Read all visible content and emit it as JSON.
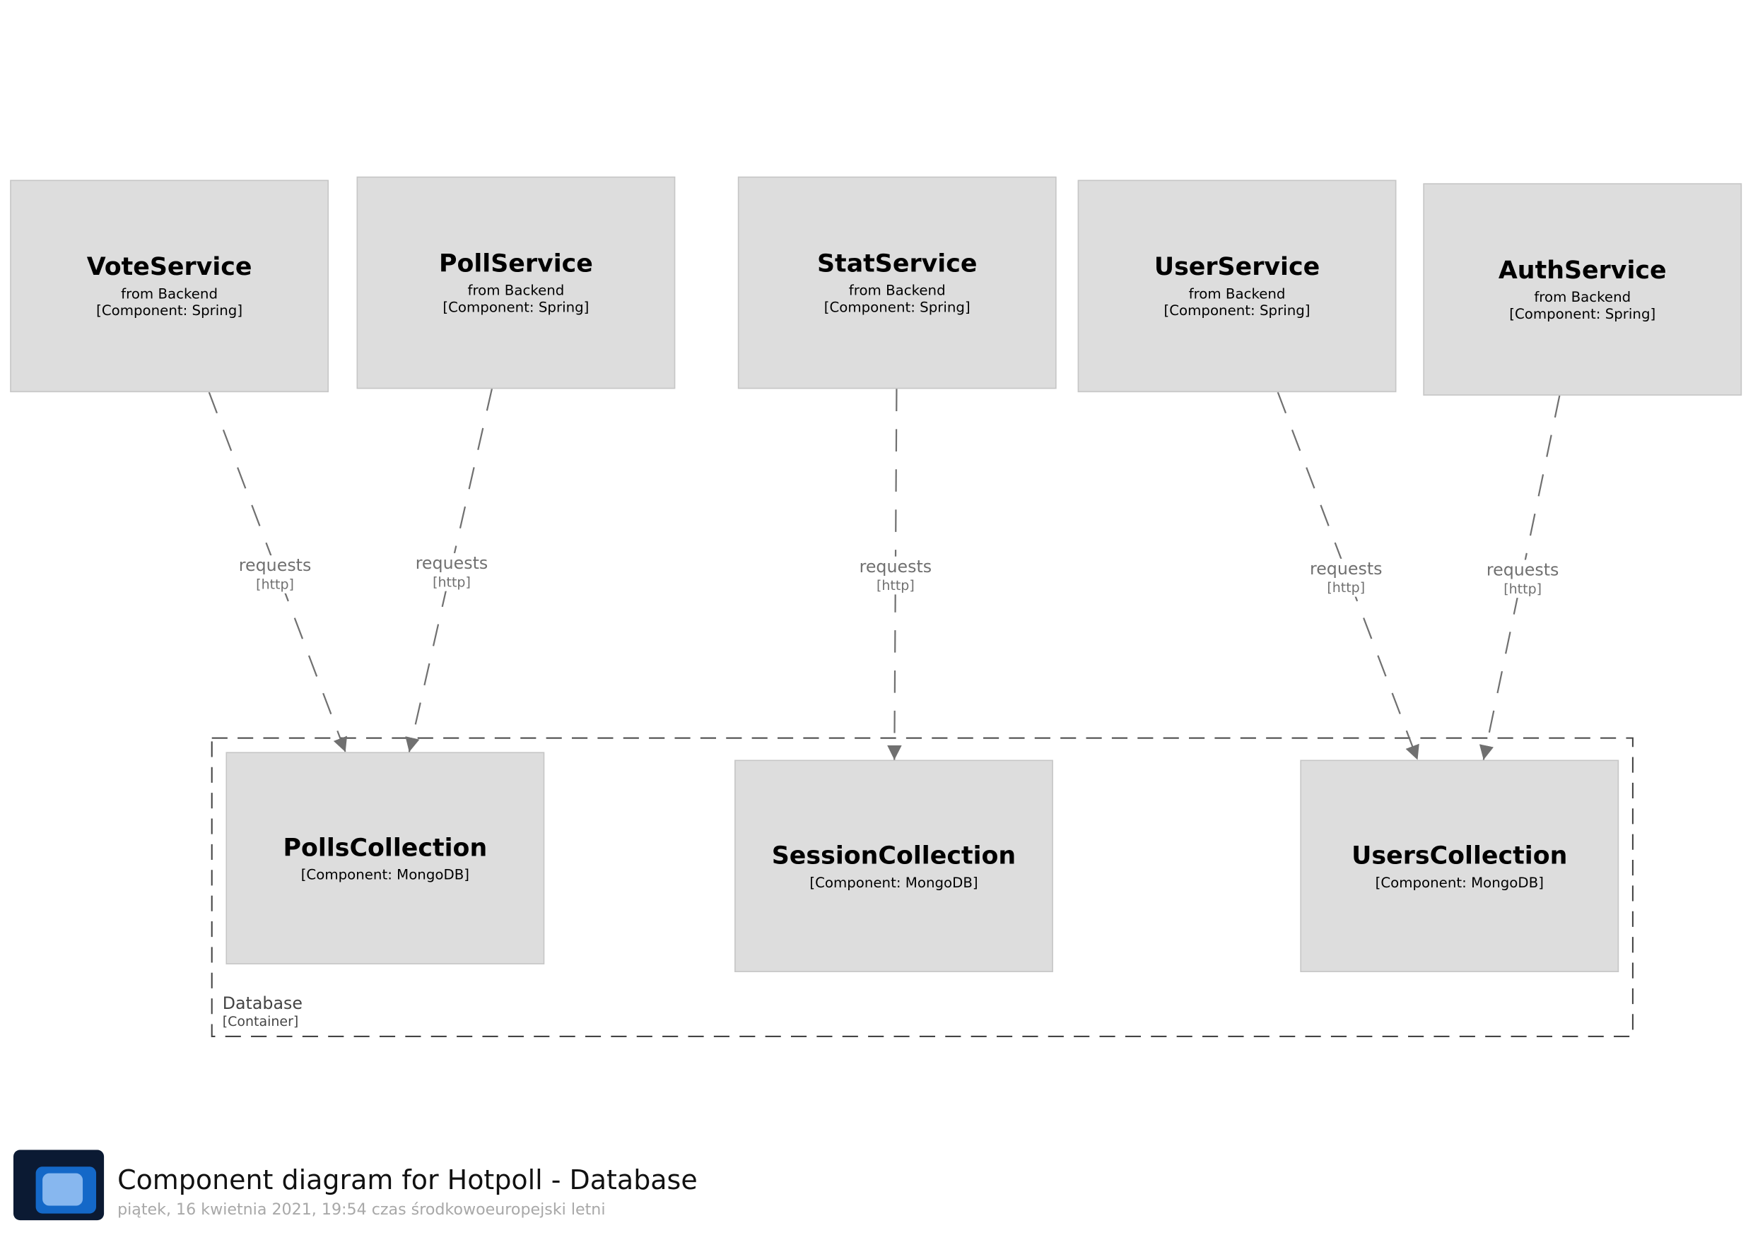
{
  "diagram": {
    "title": "Component diagram for Hotpoll - Database",
    "date": "piątek, 16 kwietnia 2021, 19:54 czas środkowoeuropejski letni",
    "services": [
      {
        "id": "vote",
        "name": "VoteService",
        "from": "from Backend",
        "meta": "[Component: Spring]"
      },
      {
        "id": "poll",
        "name": "PollService",
        "from": "from Backend",
        "meta": "[Component: Spring]"
      },
      {
        "id": "stat",
        "name": "StatService",
        "from": "from Backend",
        "meta": "[Component: Spring]"
      },
      {
        "id": "user",
        "name": "UserService",
        "from": "from Backend",
        "meta": "[Component: Spring]"
      },
      {
        "id": "auth",
        "name": "AuthService",
        "from": "from Backend",
        "meta": "[Component: Spring]"
      }
    ],
    "database": {
      "name": "Database",
      "type": "[Container]",
      "collections": [
        {
          "id": "polls",
          "name": "PollsCollection",
          "meta": "[Component: MongoDB]"
        },
        {
          "id": "session",
          "name": "SessionCollection",
          "meta": "[Component: MongoDB]"
        },
        {
          "id": "users",
          "name": "UsersCollection",
          "meta": "[Component: MongoDB]"
        }
      ]
    },
    "relationships": [
      {
        "from": "VoteService",
        "to": "PollsCollection",
        "description": "requests",
        "technology": "[http]"
      },
      {
        "from": "PollService",
        "to": "PollsCollection",
        "description": "requests",
        "technology": "[http]"
      },
      {
        "from": "StatService",
        "to": "SessionCollection",
        "description": "requests",
        "technology": "[http]"
      },
      {
        "from": "UserService",
        "to": "UsersCollection",
        "description": "requests",
        "technology": "[http]"
      },
      {
        "from": "AuthService",
        "to": "UsersCollection",
        "description": "requests",
        "technology": "[http]"
      }
    ],
    "colors": {
      "element_fill": "#dddddd",
      "element_border": "#c6c6c6",
      "relationship_line": "#707070",
      "boundary_line": "#444444",
      "logo_dark": "#0b1a33",
      "logo_mid": "#1468c8",
      "logo_light": "#87b7ef"
    },
    "logo_icon": "structurizr-logo-icon"
  }
}
